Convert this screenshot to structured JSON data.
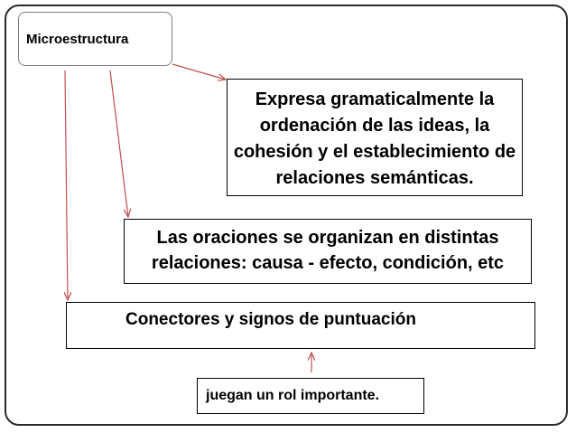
{
  "diagram": {
    "microestructura": "Microestructura",
    "expresa": "Expresa gramaticalmente la ordenación de las ideas, la cohesión y el establecimiento de relaciones semánticas.",
    "oraciones": "Las oraciones se organizan en distintas relaciones: causa - efecto, condición, etc",
    "conectores": "Conectores y signos de puntuación",
    "juegan": "juegan un rol importante."
  },
  "colors": {
    "arrow": "#c0504d",
    "border": "#000000",
    "frame": "#2b2b2b"
  }
}
